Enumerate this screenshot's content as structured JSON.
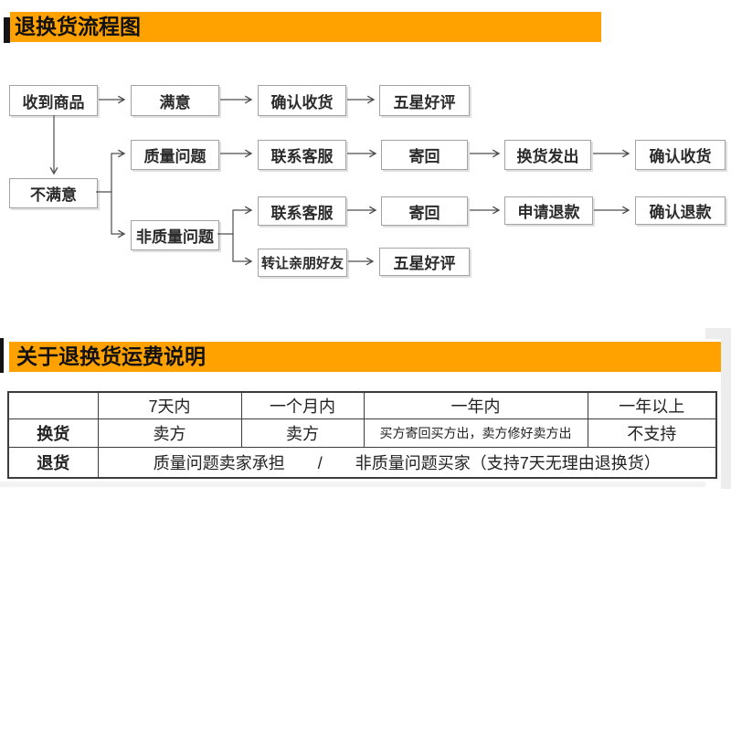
{
  "banners": {
    "flow_title": "退换货流程图",
    "shipping_title": "关于退换货运费说明"
  },
  "colors": {
    "banner_orange": "#FFA200",
    "box_border": "#a3a3a3",
    "arrow": "#4d4d4d",
    "table_border": "#3c3c3c"
  },
  "flowchart": {
    "nodes": [
      {
        "label": "收到商品"
      },
      {
        "label": "满意"
      },
      {
        "label": "确认收货"
      },
      {
        "label": "五星好评"
      },
      {
        "label": "质量问题"
      },
      {
        "label": "联系客服"
      },
      {
        "label": "寄回"
      },
      {
        "label": "换货发出"
      },
      {
        "label": "确认收货"
      },
      {
        "label": "不满意"
      },
      {
        "label": "联系客服"
      },
      {
        "label": "寄回"
      },
      {
        "label": "申请退款"
      },
      {
        "label": "确认退款"
      },
      {
        "label": "非质量问题"
      },
      {
        "label": "转让亲朋好友"
      },
      {
        "label": "五星好评"
      }
    ]
  },
  "table": {
    "headers": [
      "",
      "7天内",
      "一个月内",
      "一年内",
      "一年以上"
    ],
    "rows": [
      {
        "label": "换货",
        "cells": [
          "卖方",
          "卖方",
          "买方寄回买方出，卖方修好卖方出",
          "不支持"
        ]
      },
      {
        "label": "退货",
        "merged": "质量问题卖家承担　　/　　非质量问题买家（支持7天无理由退换货）"
      }
    ]
  }
}
